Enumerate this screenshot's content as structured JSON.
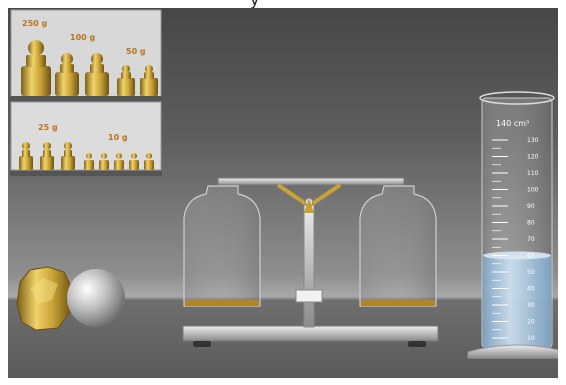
{
  "app": {
    "title_fragment": "y"
  },
  "weights": {
    "top_shelf": [
      {
        "label": "250 g",
        "mass": 250
      },
      {
        "label": "100 g",
        "mass": 100
      },
      {
        "label": "50 g",
        "mass": 50
      }
    ],
    "bottom_shelf": [
      {
        "label": "25 g",
        "mass": 25
      },
      {
        "label": "10 g",
        "mass": 10
      }
    ]
  },
  "cylinder": {
    "capacity_label": "140 cm³",
    "ticks": [
      "130",
      "120",
      "110",
      "100",
      "90",
      "80",
      "70",
      "60",
      "50",
      "40",
      "30",
      "20",
      "10"
    ],
    "fill_level_cm3": 60
  },
  "objects": [
    "gold-nugget",
    "silver-sphere"
  ],
  "colors": {
    "gold": "#c9a236",
    "liquid": "#a7c7e6",
    "pan_residue": "#b0862a"
  }
}
